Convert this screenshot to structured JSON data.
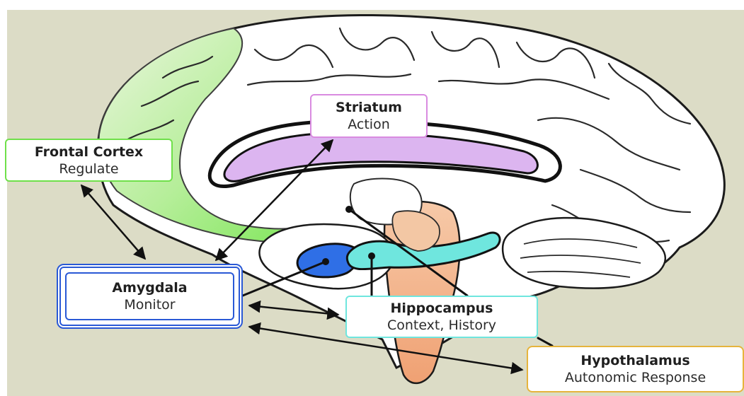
{
  "colors": {
    "background": "#dcdcc6",
    "frontal_cortex": "#6fe04a",
    "striatum": "#d98be0",
    "amygdala": "#2a59d6",
    "hippocampus": "#6fe6de",
    "hypothalamus": "#e6b43c",
    "arrow": "#111111"
  },
  "labels": {
    "frontal_cortex": {
      "title": "Frontal Cortex",
      "subtitle": "Regulate"
    },
    "striatum": {
      "title": "Striatum",
      "subtitle": "Action"
    },
    "amygdala": {
      "title": "Amygdala",
      "subtitle": "Monitor"
    },
    "hippocampus": {
      "title": "Hippocampus",
      "subtitle": "Context, History"
    },
    "hypothalamus": {
      "title": "Hypothalamus",
      "subtitle": "Autonomic Response"
    }
  },
  "connections": [
    {
      "from": "frontal_cortex",
      "to": "amygdala",
      "kind": "bidirectional"
    },
    {
      "from": "amygdala",
      "to": "striatum",
      "kind": "bidirectional"
    },
    {
      "from": "amygdala",
      "to": "hippocampus",
      "kind": "bidirectional"
    },
    {
      "from": "amygdala",
      "to": "hypothalamus",
      "kind": "bidirectional"
    }
  ]
}
